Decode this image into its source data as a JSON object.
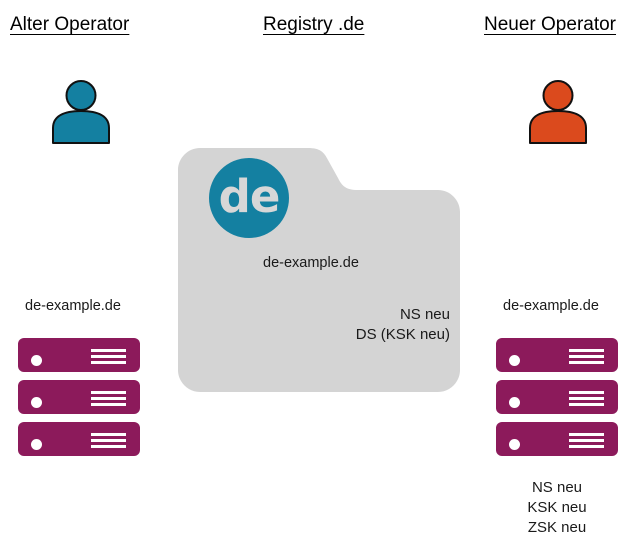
{
  "columns": {
    "left": {
      "title": "Alter Operator"
    },
    "center": {
      "title": "Registry .de"
    },
    "right": {
      "title": "Neuer Operator"
    }
  },
  "left_operator": {
    "person_icon": "person-icon",
    "zone_label": "de-example.de",
    "servers": [
      {
        "name": "nameserver-1"
      },
      {
        "name": "nameserver-2"
      },
      {
        "name": "nameserver-3"
      }
    ]
  },
  "registry": {
    "logo_text": "de",
    "logo_icon": "de-tld-logo-icon",
    "folder_icon": "folder-icon",
    "domain_label": "de-example.de",
    "records": [
      "NS neu",
      "DS (KSK neu)"
    ]
  },
  "right_operator": {
    "person_icon": "person-icon",
    "zone_label": "de-example.de",
    "servers": [
      {
        "name": "nameserver-1"
      },
      {
        "name": "nameserver-2"
      },
      {
        "name": "nameserver-3"
      }
    ],
    "records": [
      "NS neu",
      "KSK neu",
      "ZSK neu"
    ]
  },
  "colors": {
    "old_operator": "#1480A1",
    "new_operator": "#DB4A1D",
    "server": "#8C1A5B",
    "folder": "#D4D4D4",
    "registry_logo": "#1480A1",
    "logo_text": "#D7D7D7",
    "text": "#1a1a1a",
    "background": "#ffffff"
  }
}
